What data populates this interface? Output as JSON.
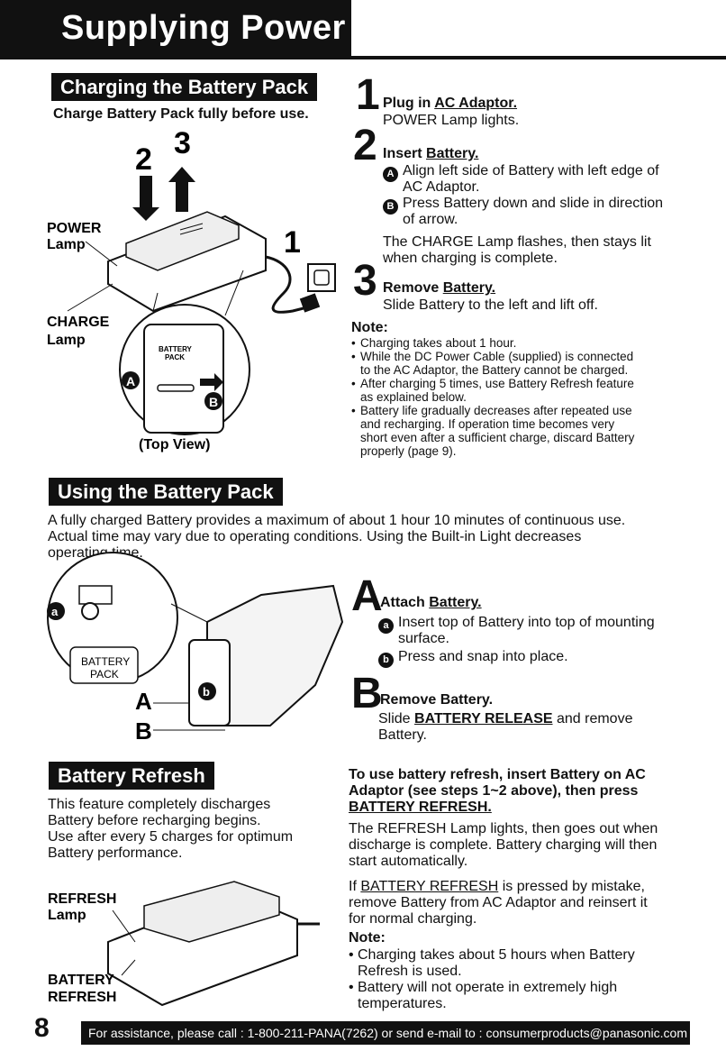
{
  "header": {
    "title": "Supplying Power"
  },
  "charging": {
    "heading": "Charging the Battery Pack",
    "subtitle": "Charge Battery Pack fully before use.",
    "diagram": {
      "num2": "2",
      "num3": "3",
      "num1": "1",
      "power_lamp": "POWER",
      "power_lamp2": "Lamp",
      "charge_lamp": "CHARGE",
      "charge_lamp2": "Lamp",
      "battery_pack": "BATTERY",
      "battery_pack2": "PACK",
      "top_view": "(Top View)",
      "a": "A",
      "b": "B"
    },
    "step1": {
      "num": "1",
      "title": "Plug in ",
      "title_u": "AC Adaptor.",
      "line": "POWER Lamp lights."
    },
    "step2": {
      "num": "2",
      "title": "Insert ",
      "title_u": "Battery.",
      "a_badge": "A",
      "a1": "Align left side of Battery with left edge of",
      "a2": "AC Adaptor.",
      "b_badge": "B",
      "b1": "Press Battery down and slide in direction",
      "b2": "of arrow.",
      "p1": "The CHARGE Lamp flashes, then stays lit",
      "p2": "when charging is complete."
    },
    "step3": {
      "num": "3",
      "title": "Remove ",
      "title_u": "Battery.",
      "line": "Slide Battery to the left and lift off."
    },
    "note_title": "Note:",
    "notes": [
      "Charging takes about 1 hour.",
      "While the DC Power Cable (supplied) is connected",
      "to the AC Adaptor, the Battery cannot be charged.",
      "After charging 5 times, use Battery Refresh feature",
      "as explained below.",
      "Battery life gradually decreases after repeated use",
      "and recharging. If operation time becomes very",
      "short even after a sufficient charge, discard Battery",
      "properly (page 9)."
    ]
  },
  "using": {
    "heading": "Using the Battery Pack",
    "p1": "A fully charged Battery provides a maximum of about 1 hour 10 minutes of continuous use.",
    "p2": "Actual time may vary due to operating conditions. Using the Built-in Light decreases",
    "p3": "operating time.",
    "diagram": {
      "battery": "BATTERY",
      "pack": "PACK",
      "A": "A",
      "B": "B",
      "a": "a",
      "b": "b"
    },
    "stepA": {
      "num": "A",
      "title": "Attach ",
      "title_u": "Battery.",
      "a_badge": "a",
      "a1": "Insert top of Battery into top of mounting",
      "a2": "surface.",
      "b_badge": "b",
      "b1": "Press and snap into place."
    },
    "stepB": {
      "num": "B",
      "title": "Remove Battery.",
      "l1a": "Slide ",
      "l1u": "BATTERY RELEASE",
      "l1b": " and remove",
      "l2": "Battery."
    }
  },
  "refresh": {
    "heading": "Battery Refresh",
    "p1": "This feature completely discharges",
    "p2": "Battery before recharging begins.",
    "p3": "Use after every 5 charges for optimum",
    "p4": "Battery performance.",
    "diagram": {
      "refresh": "REFRESH",
      "lamp": "Lamp",
      "battery": "BATTERY",
      "refresh2": "REFRESH"
    },
    "right_h1": "To use battery refresh, insert Battery on AC",
    "right_h2": "Adaptor (see steps 1~2 above), then press",
    "right_h3": "BATTERY REFRESH.",
    "r1": "The REFRESH Lamp lights, then goes out when",
    "r2": "discharge is complete. Battery charging will then",
    "r3": "start automatically.",
    "m1a": "If ",
    "m1u": "BATTERY REFRESH",
    "m1b": " is pressed by mistake,",
    "m2": "remove Battery from AC Adaptor and reinsert it",
    "m3": "for normal charging.",
    "note_title": "Note:",
    "n1": "Charging takes about 5 hours when Battery",
    "n1b": "Refresh is used.",
    "n2": "Battery will not operate in extremely high",
    "n2b": "temperatures."
  },
  "footer": {
    "page": "8",
    "assist": "For assistance, please call : 1-800-211-PANA(7262) or send e-mail to : consumerproducts@panasonic.com"
  }
}
